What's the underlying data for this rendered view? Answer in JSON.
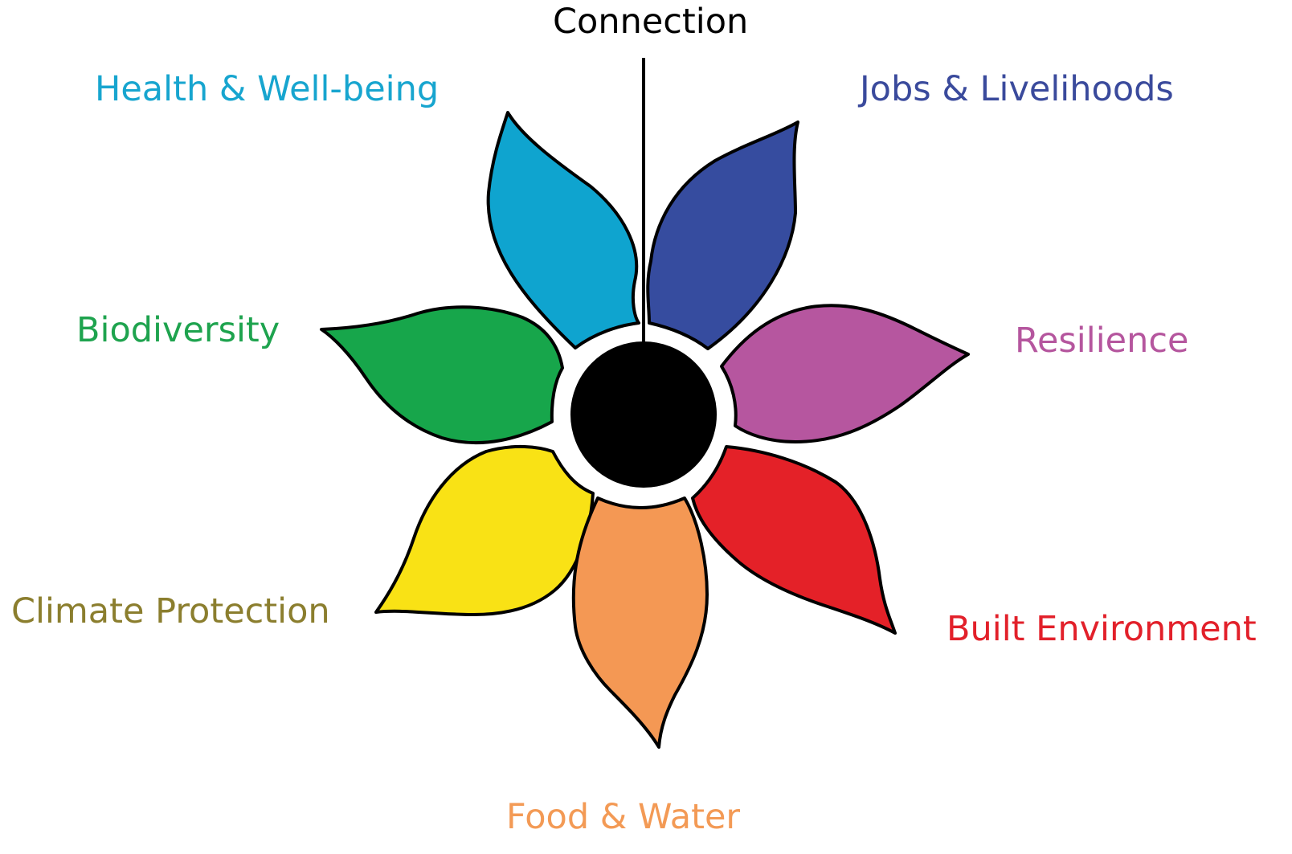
{
  "center_label": {
    "text": "Connection",
    "color": "#000000"
  },
  "petals": [
    {
      "key": "health",
      "label": "Health & Well-being",
      "fill": "#0fa4cf",
      "label_color": "#17a5cf"
    },
    {
      "key": "jobs",
      "label": "Jobs & Livelihoods",
      "fill": "#364c9f",
      "label_color": "#3a4a9c"
    },
    {
      "key": "biodiversity",
      "label": "Biodiversity",
      "fill": "#17a64b",
      "label_color": "#1ea34e"
    },
    {
      "key": "resilience",
      "label": "Resilience",
      "fill": "#b6569f",
      "label_color": "#b5569e"
    },
    {
      "key": "climate",
      "label": "Climate Protection",
      "fill": "#f9e215",
      "label_color": "#8b7e2e"
    },
    {
      "key": "built",
      "label": "Built Environment",
      "fill": "#e42128",
      "label_color": "#e2202a"
    },
    {
      "key": "food",
      "label": "Food & Water",
      "fill": "#f49854",
      "label_color": "#f39a55"
    }
  ],
  "center_fill": "#000000",
  "outline_color": "#000000"
}
